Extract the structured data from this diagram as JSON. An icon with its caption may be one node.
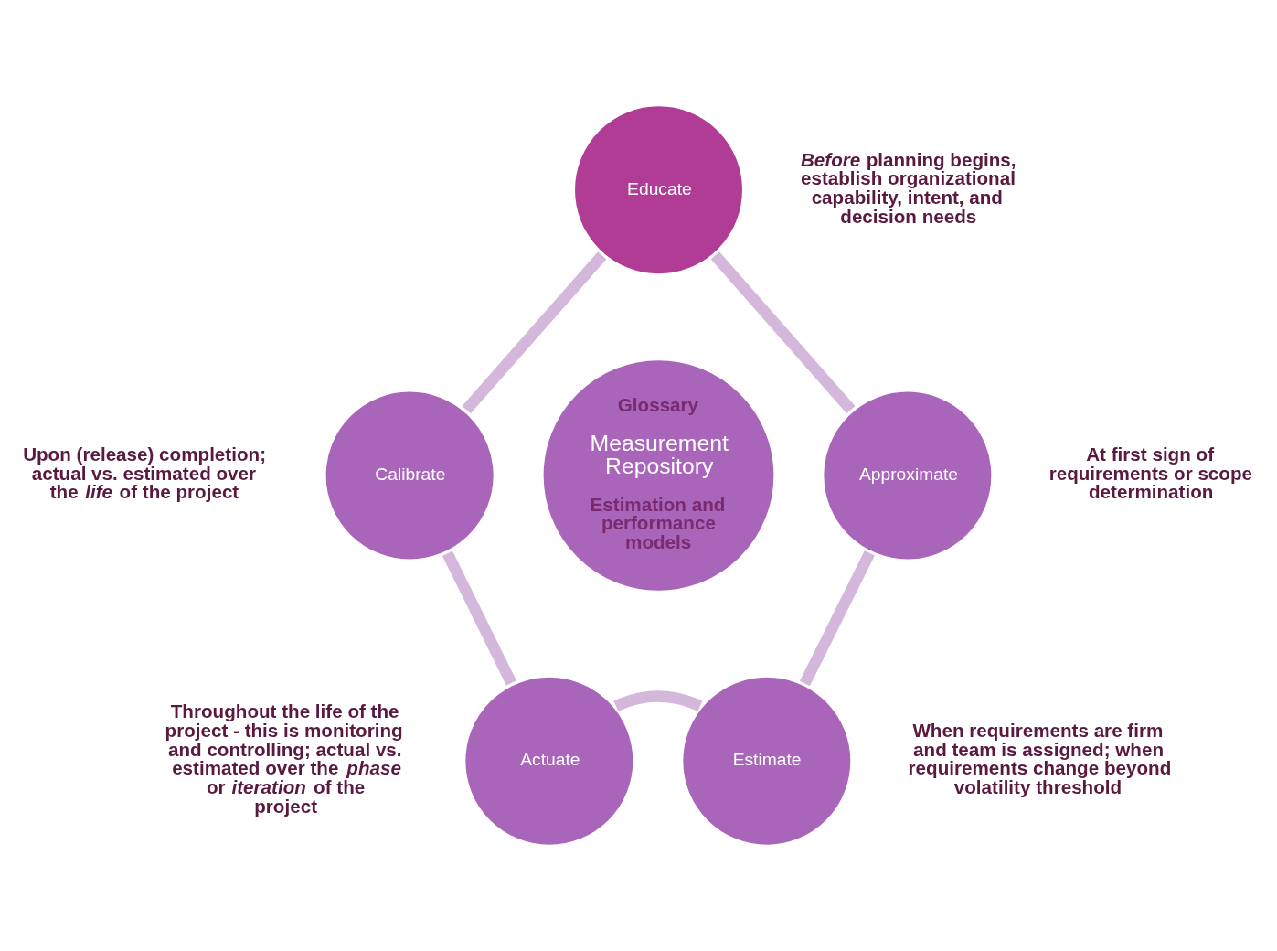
{
  "diagram": {
    "nodes": [
      {
        "text": [
          "Educate"
        ],
        "beside": [
          "*Before* planning begins, establish organizational capability, intent, and decision needs"
        ]
      },
      {
        "text": [
          "Approximate"
        ],
        "beside": [
          "At first sign of requirements or scope determination"
        ]
      },
      {
        "text": [
          "Estimate"
        ],
        "beside": [
          "When requirements are firm and team is assigned; when requirements change beyond volatility threshold"
        ]
      },
      {
        "text": [
          "Actuate"
        ],
        "beside": [
          "Throughout the life of the project - this is monitoring and controlling; actual vs. estimated over the *phase* or *iteration* of the project"
        ]
      },
      {
        "text": [
          "Calibrate"
        ],
        "beside": [
          "Upon (release) completion; actual vs. estimated over the *life* of the project"
        ]
      },
      {
        "text": [
          "Glossary",
          "Measurement Repository",
          "Estimation and performance models"
        ]
      }
    ],
    "edges": [
      {
        "from": 0,
        "to": 1,
        "arrow": "none"
      },
      {
        "from": 1,
        "to": 2,
        "arrow": "none"
      },
      {
        "from": 2,
        "to": 3,
        "arrow": "none"
      },
      {
        "from": 3,
        "to": 4,
        "arrow": "none"
      },
      {
        "from": 4,
        "to": 0,
        "arrow": "none"
      }
    ]
  }
}
